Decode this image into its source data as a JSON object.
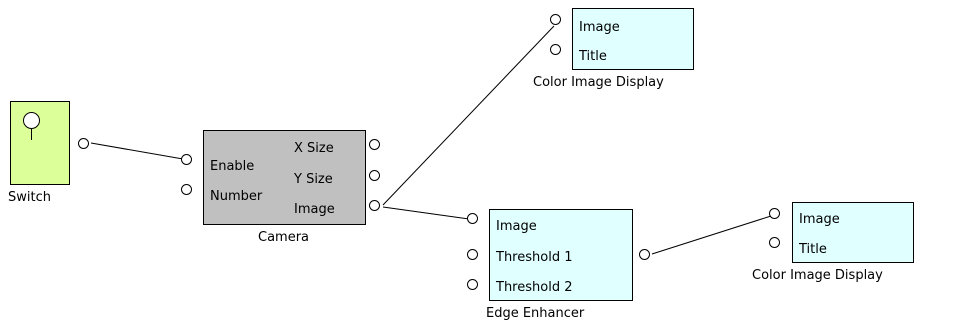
{
  "blocks": {
    "switch": {
      "caption": "Switch"
    },
    "camera": {
      "caption": "Camera",
      "inputs": [
        "Enable",
        "Number"
      ],
      "outputs": [
        "X Size",
        "Y Size",
        "Image"
      ]
    },
    "display_top": {
      "caption": "Color Image Display",
      "inputs": [
        "Image",
        "Title"
      ]
    },
    "edge_enhancer": {
      "caption": "Edge Enhancer",
      "inputs": [
        "Image",
        "Threshold 1",
        "Threshold 2"
      ]
    },
    "display_bottom": {
      "caption": "Color Image Display",
      "inputs": [
        "Image",
        "Title"
      ]
    }
  },
  "colors": {
    "display_fill": "#e0ffff",
    "camera_fill": "#c0c0c0",
    "switch_fill": "#ddff99",
    "wire": "#000000"
  }
}
